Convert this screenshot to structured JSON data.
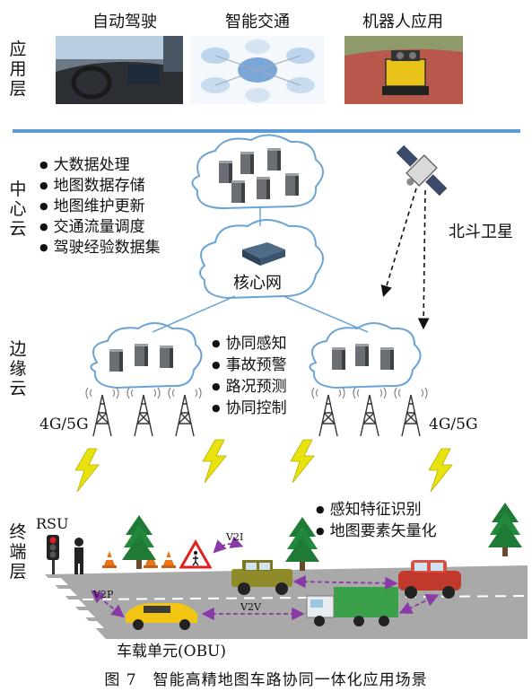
{
  "layers": {
    "application": "应用层",
    "center_cloud": "中心云",
    "edge_cloud": "边缘云",
    "terminal": "终端层"
  },
  "applications": [
    {
      "title": "自动驾驶"
    },
    {
      "title": "智能交通"
    },
    {
      "title": "机器人应用"
    }
  ],
  "center_cloud_functions": [
    "大数据处理",
    "地图数据存储",
    "地图维护更新",
    "交通流量调度",
    "驾驶经验数据集"
  ],
  "core_network": "核心网",
  "satellite": "北斗卫星",
  "edge_functions": [
    "协同感知",
    "事故预警",
    "路况预测",
    "协同控制"
  ],
  "network_left": "4G/5G",
  "network_right": "4G/5G",
  "terminal_functions": [
    "感知特征识别",
    "地图要素矢量化"
  ],
  "rsu": "RSU",
  "links": {
    "v2i": "V2I",
    "v2p": "V2P",
    "v2v": "V2V"
  },
  "obu": "车载单元(OBU)",
  "caption": "图 7　智能高精地图车路协同一体化应用场景"
}
